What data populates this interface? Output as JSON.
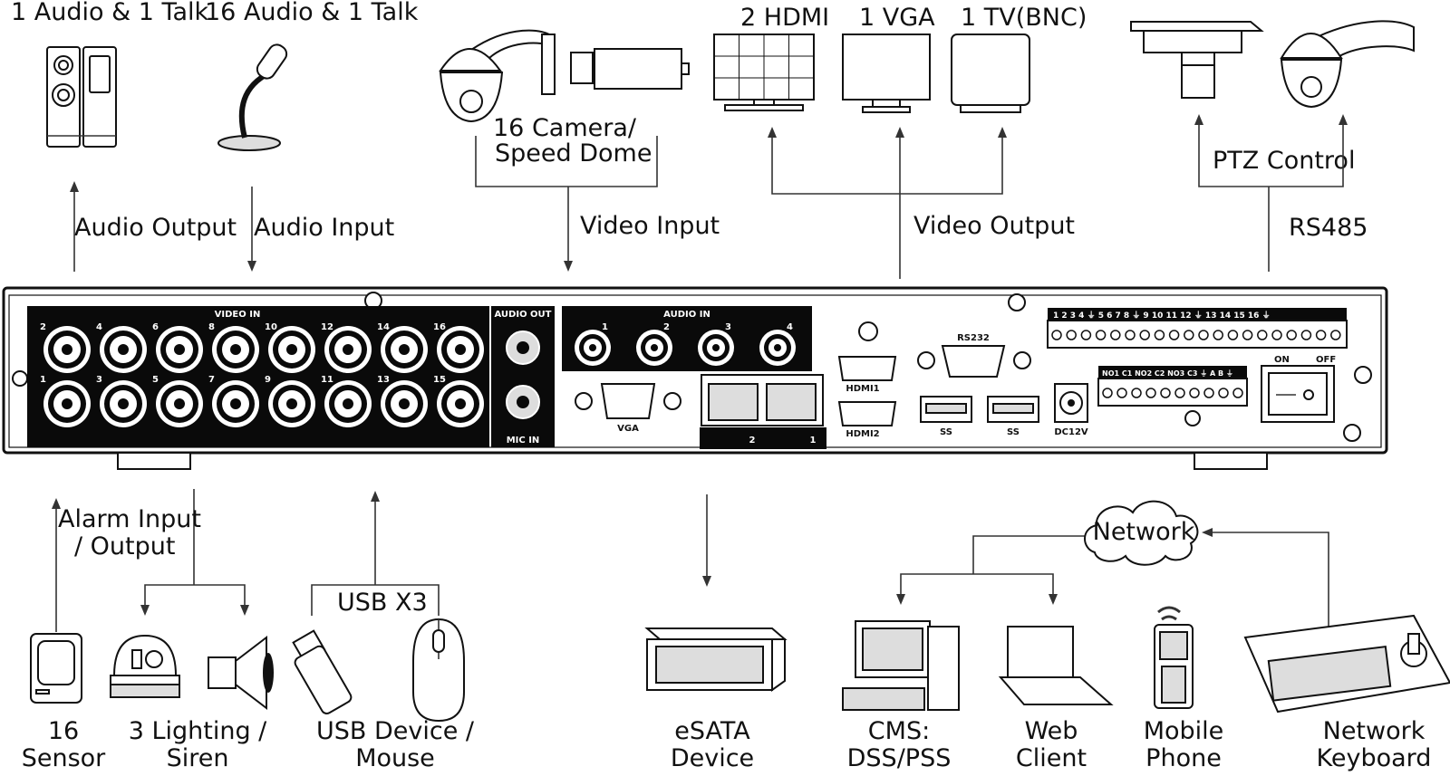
{
  "labels": {
    "audio_talk_1": "1 Audio  & 1 Talk",
    "audio_talk_16": "16 Audio & 1 Talk",
    "audio_output": "Audio  Output",
    "audio_input": "Audio  Input",
    "camera_line1": "16  Camera/",
    "camera_line2": "Speed Dome",
    "video_input": "Video Input",
    "hdmi_count": "2  HDMI",
    "vga_count": "1 VGA",
    "tv_count": "1 TV(BNC)",
    "video_output": "Video Output",
    "ptz_control": "PTZ Control",
    "rs485": "RS485",
    "alarm_line1": "Alarm Input",
    "alarm_line2": "/ Output",
    "usb_x3": "USB X3",
    "network": "Network",
    "sensor_line1": "16",
    "sensor_line2": "Sensor",
    "lighting_line1": "3 Lighting /",
    "lighting_line2": "Siren",
    "usb_device_line1": "USB Device /",
    "usb_device_line2": "Mouse",
    "esata_line1": "eSATA",
    "esata_line2": "Device",
    "cms_line1": "CMS:",
    "cms_line2": "DSS/PSS",
    "web_line1": "Web",
    "web_line2": "Client",
    "mobile_line1": "Mobile",
    "mobile_line2": "Phone",
    "keyboard_line1": "Network",
    "keyboard_line2": "Keyboard"
  },
  "panel": {
    "video_in": "VIDEO IN",
    "audio_out": "AUDIO OUT",
    "mic_in": "MIC IN",
    "audio_in": "AUDIO IN",
    "vga": "VGA",
    "rs232": "RS232",
    "hdmi1": "HDMI1",
    "hdmi2": "HDMI2",
    "usb_mark": "SS",
    "dc": "DC12V",
    "on": "ON",
    "off": "OFF",
    "lan1": "1",
    "lan2": "2",
    "video_top_numbers": [
      "2",
      "4",
      "6",
      "8",
      "10",
      "12",
      "14",
      "16"
    ],
    "video_bottom_numbers": [
      "1",
      "3",
      "5",
      "7",
      "9",
      "11",
      "13",
      "15"
    ],
    "audio_in_numbers": [
      "1",
      "2",
      "3",
      "4"
    ],
    "alarm_top": "1 2 3 4 ⏚ 5 6 7 8 ⏚   9 10 11 12 ⏚ 13 14 15 16 ⏚",
    "alarm_bottom": "NO1 C1 NO2 C2 NO3 C3 ⏚ A B ⏚"
  },
  "colors": {
    "ink": "#111111",
    "panel_black": "#0a0a0a",
    "panel_grey": "#e8e8e8"
  }
}
